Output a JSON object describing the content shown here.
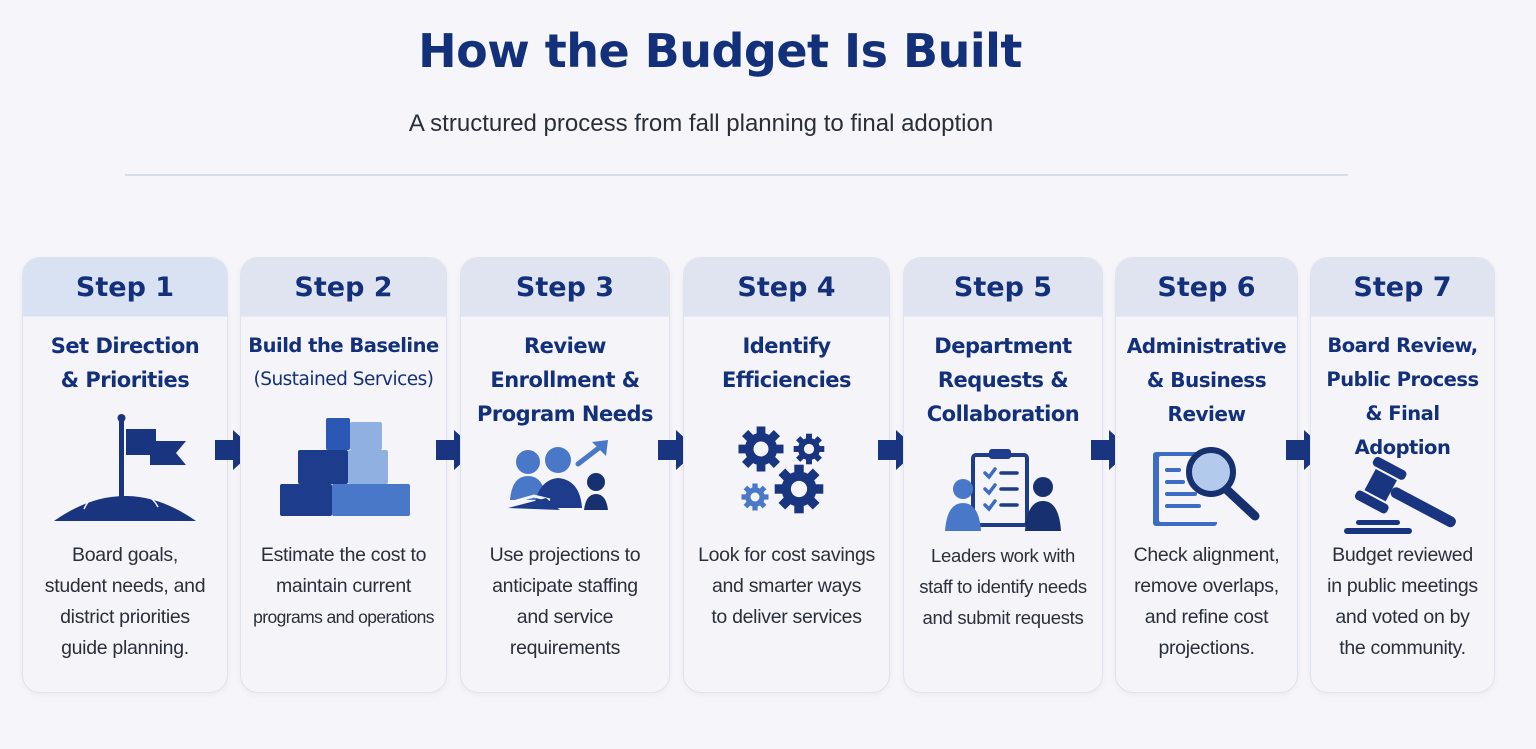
{
  "header": {
    "title": "How the Budget Is Built",
    "subtitle": "A structured process from fall planning to final adoption"
  },
  "colors": {
    "navy": "#13307a",
    "dark_blue": "#1e3c8c",
    "mid_blue": "#3d6cc4",
    "light_blue": "#8fb0e0",
    "header_band": "#e0e4f0",
    "background": "#f6f5f9"
  },
  "steps": [
    {
      "step_label": "Step 1",
      "name_lines": [
        "Set Direction",
        "& Priorities"
      ],
      "icon": "flag-on-hill-icon",
      "desc_lines": [
        "Board goals,",
        "student needs, and",
        "district priorities",
        "guide planning."
      ]
    },
    {
      "step_label": "Step 2",
      "name_lines": [
        "Build the Baseline",
        "(Sustained Services)"
      ],
      "icon": "stacked-blocks-icon",
      "desc_lines": [
        "Estimate the cost to",
        "maintain current",
        "programs and operations"
      ]
    },
    {
      "step_label": "Step 3",
      "name_lines": [
        "Review",
        "Enrollment &",
        "Program Needs"
      ],
      "icon": "people-growth-icon",
      "desc_lines": [
        "Use projections to",
        "anticipate staffing",
        "and service",
        "requirements"
      ]
    },
    {
      "step_label": "Step 4",
      "name_lines": [
        "Identify",
        "Efficiencies"
      ],
      "icon": "gears-icon",
      "desc_lines": [
        "Look for cost savings",
        "and smarter ways",
        "to deliver services"
      ]
    },
    {
      "step_label": "Step 5",
      "name_lines": [
        "Department",
        "Requests &",
        "Collaboration"
      ],
      "icon": "clipboard-people-icon",
      "desc_lines": [
        "Leaders work with",
        "staff to identify needs",
        "and submit requests"
      ]
    },
    {
      "step_label": "Step 6",
      "name_lines": [
        "Administrative",
        "& Business",
        "Review"
      ],
      "icon": "document-magnifier-icon",
      "desc_lines": [
        "Check alignment,",
        "remove overlaps,",
        "and refine cost",
        "projections."
      ]
    },
    {
      "step_label": "Step 7",
      "name_lines": [
        "Board Review,",
        "Public Process",
        "& Final Adoption"
      ],
      "icon": "gavel-icon",
      "desc_lines": [
        "Budget reviewed",
        "in public meetings",
        "and voted on by",
        "the community."
      ]
    }
  ]
}
